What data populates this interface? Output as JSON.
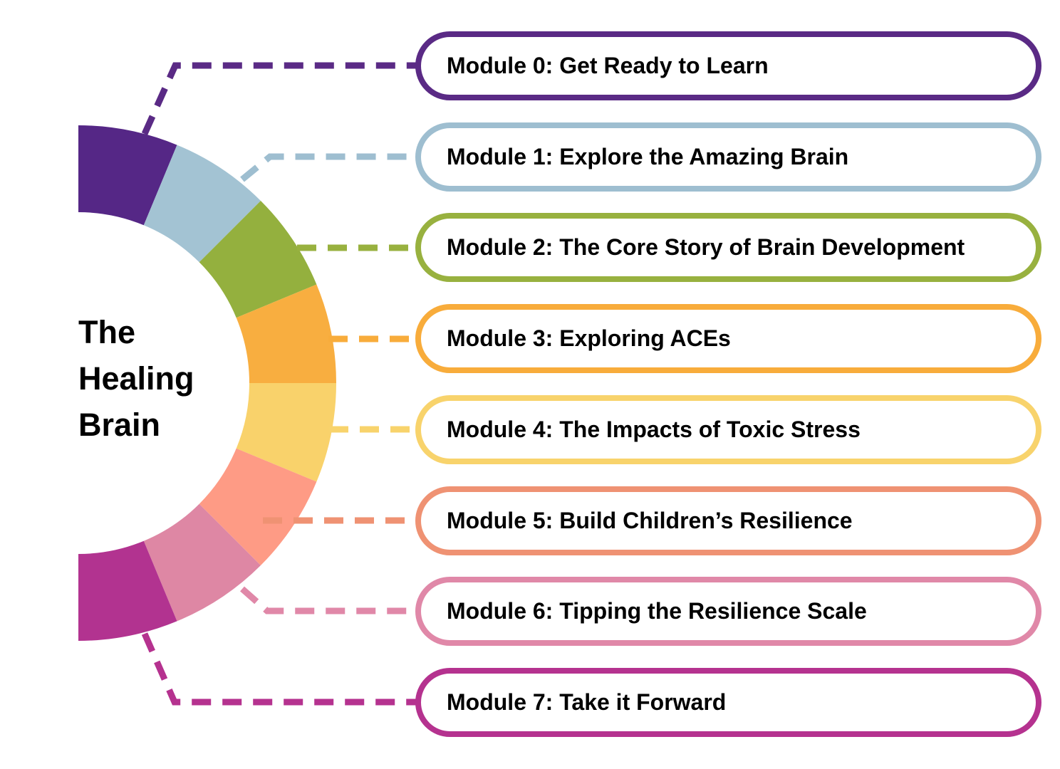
{
  "title": {
    "line1": "The",
    "line2": "Healing",
    "line3": "Brain"
  },
  "modules": [
    {
      "label": "Module 0: Get Ready to Learn",
      "color": "#5A2A85",
      "arc_color": "#552786"
    },
    {
      "label": "Module 1: Explore the Amazing Brain",
      "color": "#9EBED0",
      "arc_color": "#A3C3D3"
    },
    {
      "label": "Module 2: The Core Story of Brain Development",
      "color": "#98B13F",
      "arc_color": "#94B03E"
    },
    {
      "label": "Module 3: Exploring ACEs",
      "color": "#F8AC3B",
      "arc_color": "#F8AE40"
    },
    {
      "label": "Module 4: The Impacts of Toxic Stress",
      "color": "#F8D36C",
      "arc_color": "#F9D26B"
    },
    {
      "label": "Module 5: Build Children’s Resilience",
      "color": "#EF9273",
      "arc_color": "#FE9B85"
    },
    {
      "label": "Module 6: Tipping the Resilience Scale",
      "color": "#E088A8",
      "arc_color": "#DE87A4"
    },
    {
      "label": "Module 7: Take it Forward",
      "color": "#B5328F",
      "arc_color": "#B23390"
    }
  ]
}
